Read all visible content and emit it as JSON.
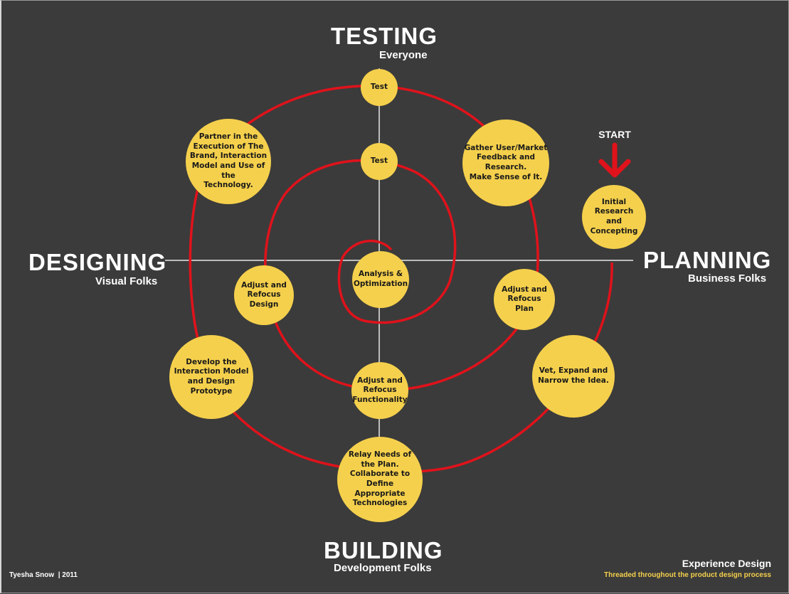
{
  "axes": {
    "top": {
      "title": "TESTING",
      "subtitle": "Everyone"
    },
    "left": {
      "title": "DESIGNING",
      "subtitle": "Visual Folks"
    },
    "right": {
      "title": "PLANNING",
      "subtitle": "Business Folks"
    },
    "bottom": {
      "title": "BUILDING",
      "subtitle": "Development Folks"
    }
  },
  "start": {
    "label": "START"
  },
  "nodes": {
    "test_outer": "Test",
    "test_inner": "Test",
    "partner": "Partner in the\nExecution of The\nBrand, Interaction\nModel and Use of the\nTechnology.",
    "gather": "Gather User/Market\nFeedback and\nResearch.\nMake Sense of It.",
    "initial": "Initial Research\nand Concepting",
    "analysis": "Analysis &\nOptimization",
    "adjust_design": "Adjust and\nRefocus\nDesign",
    "adjust_plan": "Adjust and\nRefocus\nPlan",
    "develop": "Develop the\nInteraction Model\nand Design\nPrototype",
    "vet": "Vet, Expand and\nNarrow the Idea.",
    "adjust_functionality": "Adjust and\nRefocus\nFunctionality",
    "relay": "Relay Needs of\nthe Plan.\nCollaborate to\nDefine\nAppropriate\nTechnologies"
  },
  "footer": {
    "author": "Tyesha Snow  | 2011",
    "title": "Experience Design",
    "subtitle": "Threaded throughout the product design process"
  },
  "colors": {
    "background": "#3b3b3b",
    "node_fill": "#f5d04c",
    "spiral": "#e0121b",
    "axis_line": "#bdbdbd",
    "accent_text": "#f5d04c"
  }
}
